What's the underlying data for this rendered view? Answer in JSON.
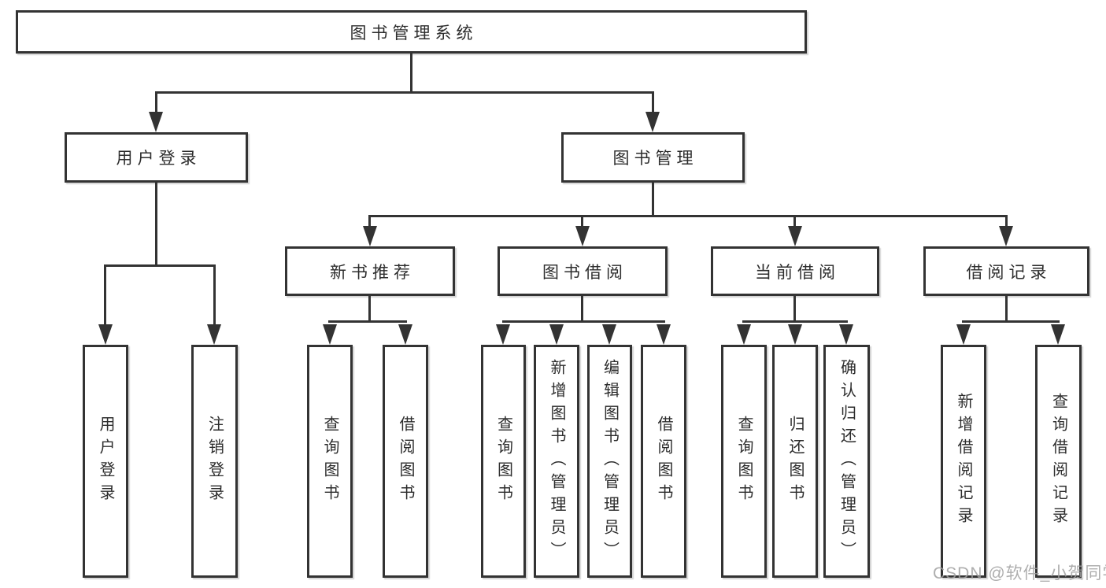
{
  "diagram": {
    "root": {
      "label": "图书管理系统"
    },
    "branches": {
      "user_login": {
        "label": "用户登录",
        "children": [
          {
            "label": "用户登录"
          },
          {
            "label": "注销登录"
          }
        ]
      },
      "book_management": {
        "label": "图书管理",
        "children": [
          {
            "label": "新书推荐",
            "children": [
              {
                "label": "查询图书"
              },
              {
                "label": "借阅图书"
              }
            ]
          },
          {
            "label": "图书借阅",
            "children": [
              {
                "label": "查询图书"
              },
              {
                "label": "新增图书（管理员）"
              },
              {
                "label": "编辑图书（管理员）"
              },
              {
                "label": "借阅图书"
              }
            ]
          },
          {
            "label": "当前借阅",
            "children": [
              {
                "label": "查询图书"
              },
              {
                "label": "归还图书"
              },
              {
                "label": "确认归还（管理员）"
              }
            ]
          },
          {
            "label": "借阅记录",
            "children": [
              {
                "label": "新增借阅记录"
              },
              {
                "label": "查询借阅记录"
              }
            ]
          }
        ]
      }
    },
    "watermark": "CSDN @软件_小贺同学",
    "colors": {
      "line": "#333333",
      "box_border": "#333333",
      "box_bg": "#ffffff",
      "text": "#2d2d2d",
      "watermark": "#a0a0a0",
      "background": "#ffffff"
    }
  }
}
